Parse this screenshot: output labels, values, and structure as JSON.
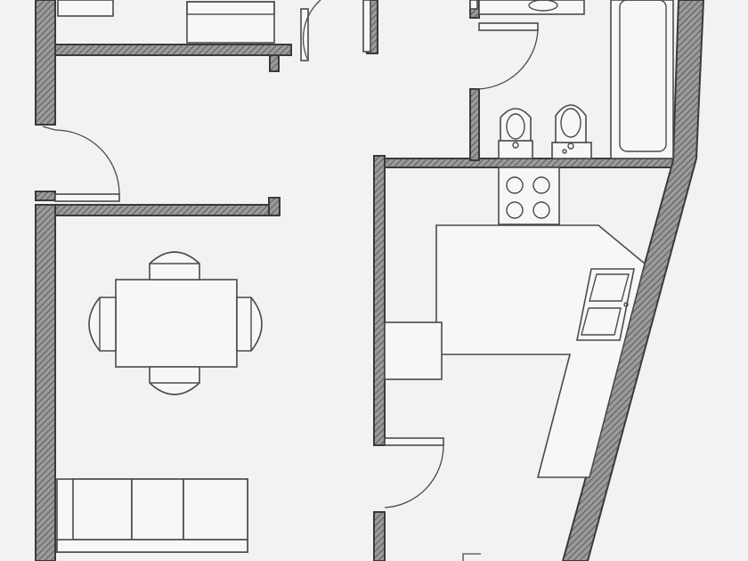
{
  "plan": {
    "background_color": "#f2f2f4",
    "wall_color": "#3a3a3a",
    "hatch_color": "#8a8a8a",
    "line_color": "#4a4a4a",
    "rooms": [
      "bedroom",
      "hallway",
      "bathroom",
      "living-dining-room",
      "kitchen"
    ],
    "fixtures": [
      "dining-table",
      "dining-chair",
      "sofa",
      "kitchen-counter",
      "cooktop",
      "double-sink",
      "toilet",
      "bidet",
      "bathtub",
      "washbasin"
    ],
    "doors": [
      "bedroom-door",
      "hallway-door",
      "bathroom-door",
      "kitchen-door"
    ]
  }
}
